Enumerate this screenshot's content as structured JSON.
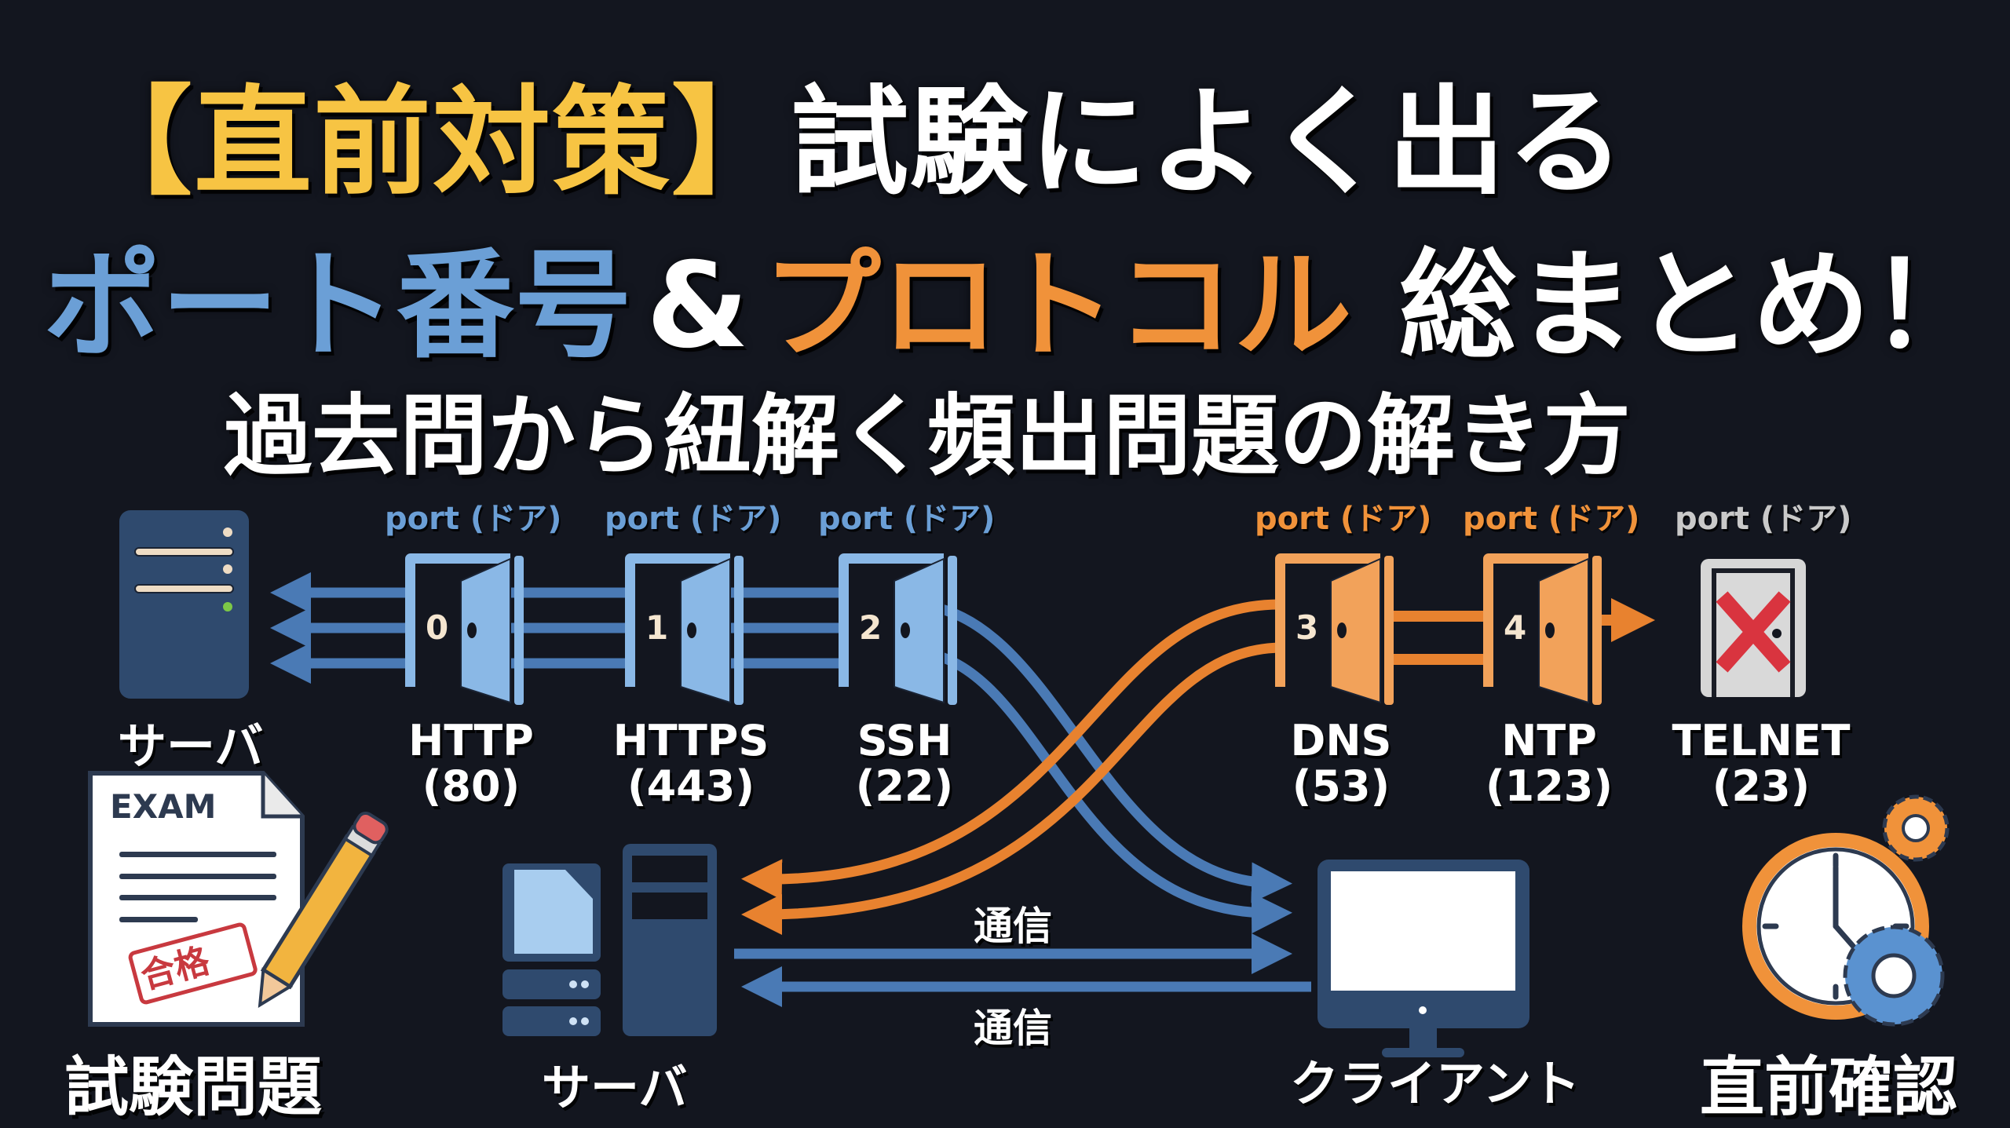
{
  "title": {
    "line1": {
      "bracketed": "【直前対策】",
      "rest": "試験によく出る"
    },
    "line2": {
      "part_blue": "ポート番号",
      "amp": "&",
      "part_orange": "プロトコル",
      "rest": "総まとめ！"
    },
    "subtitle": "過去問から紐解く頻出問題の解き方"
  },
  "colors": {
    "background": "#13161f",
    "accent_yellow": "#f7c443",
    "port_blue": "#6b9fd6",
    "port_orange": "#f0923a",
    "blocked_gray": "#d0d0d0",
    "blocked_red": "#d9343f",
    "server_navy": "#2f4a6e"
  },
  "diagram": {
    "server_top_label": "サーバ",
    "ports": [
      {
        "index": "0",
        "label": "port (ドア)",
        "protocol": "HTTP",
        "number": "(80)",
        "color": "blue",
        "state": "open"
      },
      {
        "index": "1",
        "label": "port (ドア)",
        "protocol": "HTTPS",
        "number": "(443)",
        "color": "blue",
        "state": "open"
      },
      {
        "index": "2",
        "label": "port (ドア)",
        "protocol": "SSH",
        "number": "(22)",
        "color": "blue",
        "state": "open"
      },
      {
        "index": "3",
        "label": "port (ドア)",
        "protocol": "DNS",
        "number": "(53)",
        "color": "orange",
        "state": "open"
      },
      {
        "index": "4",
        "label": "port (ドア)",
        "protocol": "NTP",
        "number": "(123)",
        "color": "orange",
        "state": "open"
      },
      {
        "index": "",
        "label": "port (ドア)",
        "protocol": "TELNET",
        "number": "(23)",
        "color": "gray",
        "state": "blocked"
      }
    ],
    "exam": {
      "doc_title": "EXAM",
      "stamp": "合格",
      "caption": "試験問題"
    },
    "server_bottom_label": "サーバ",
    "client_label": "クライアント",
    "comm_top": "通信",
    "comm_bottom": "通信",
    "review_caption": "直前確認"
  }
}
